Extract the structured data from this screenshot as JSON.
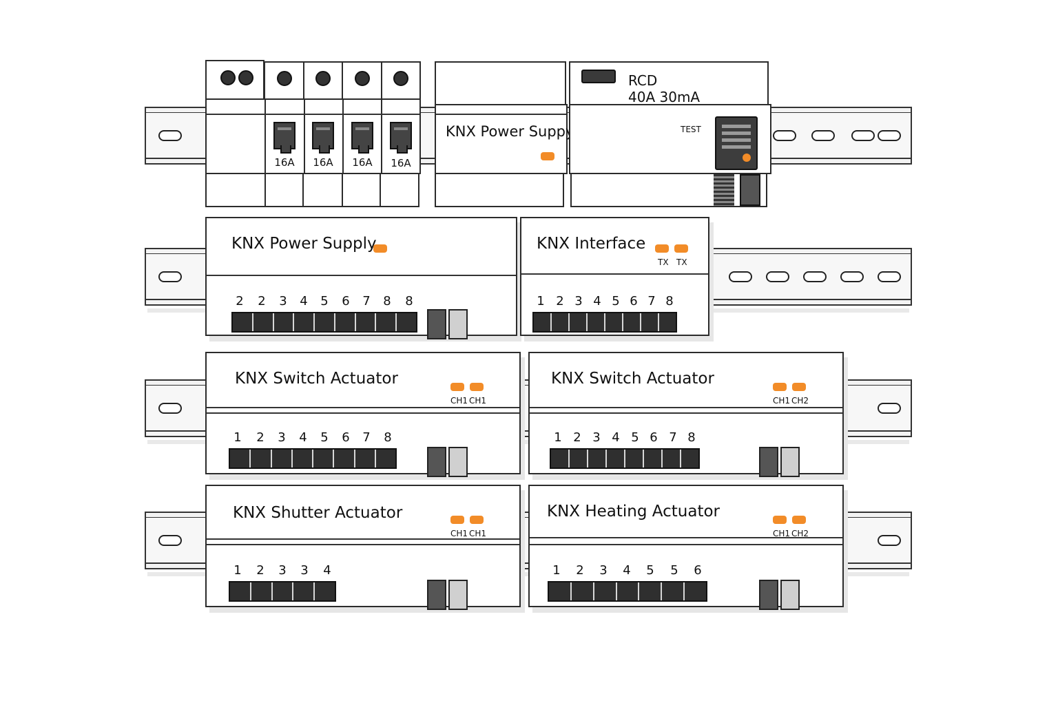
{
  "accent_color": "#f28c28",
  "row1": {
    "breakers": {
      "ratings": [
        "16A",
        "16A",
        "16A",
        "16A"
      ]
    },
    "power_supply": {
      "title": "KNX Power Suppy"
    },
    "rcd": {
      "title": "RCD",
      "rating": "40A  30mA",
      "test_label": "TEST"
    }
  },
  "row2": {
    "power_supply": {
      "title": "KNX Power Supply",
      "channels": [
        "2",
        "2",
        "3",
        "4",
        "5",
        "6",
        "7",
        "8",
        "8"
      ]
    },
    "interface": {
      "title": "KNX Interface",
      "led_labels": [
        "TX",
        "TX"
      ],
      "channels": [
        "1",
        "2",
        "3",
        "4",
        "5",
        "6",
        "7",
        "8"
      ]
    }
  },
  "row3": {
    "switch_actuator_a": {
      "title": "KNX Switch Actuator",
      "led_labels": [
        "CH1",
        "CH1"
      ],
      "channels": [
        "1",
        "2",
        "3",
        "4",
        "5",
        "6",
        "7",
        "8"
      ]
    },
    "switch_actuator_b": {
      "title": "KNX Switch Actuator",
      "led_labels": [
        "CH1",
        "CH2"
      ],
      "channels": [
        "1",
        "2",
        "3",
        "4",
        "5",
        "6",
        "7",
        "8"
      ]
    }
  },
  "row4": {
    "shutter_actuator": {
      "title": "KNX Shutter Actuator",
      "led_labels": [
        "CH1",
        "CH1"
      ],
      "channels": [
        "1",
        "2",
        "3",
        "3",
        "4"
      ]
    },
    "heating_actuator": {
      "title": "KNX Heating Actuator",
      "led_labels": [
        "CH1",
        "CH2"
      ],
      "channels": [
        "1",
        "2",
        "3",
        "4",
        "5",
        "5",
        "6"
      ]
    }
  }
}
